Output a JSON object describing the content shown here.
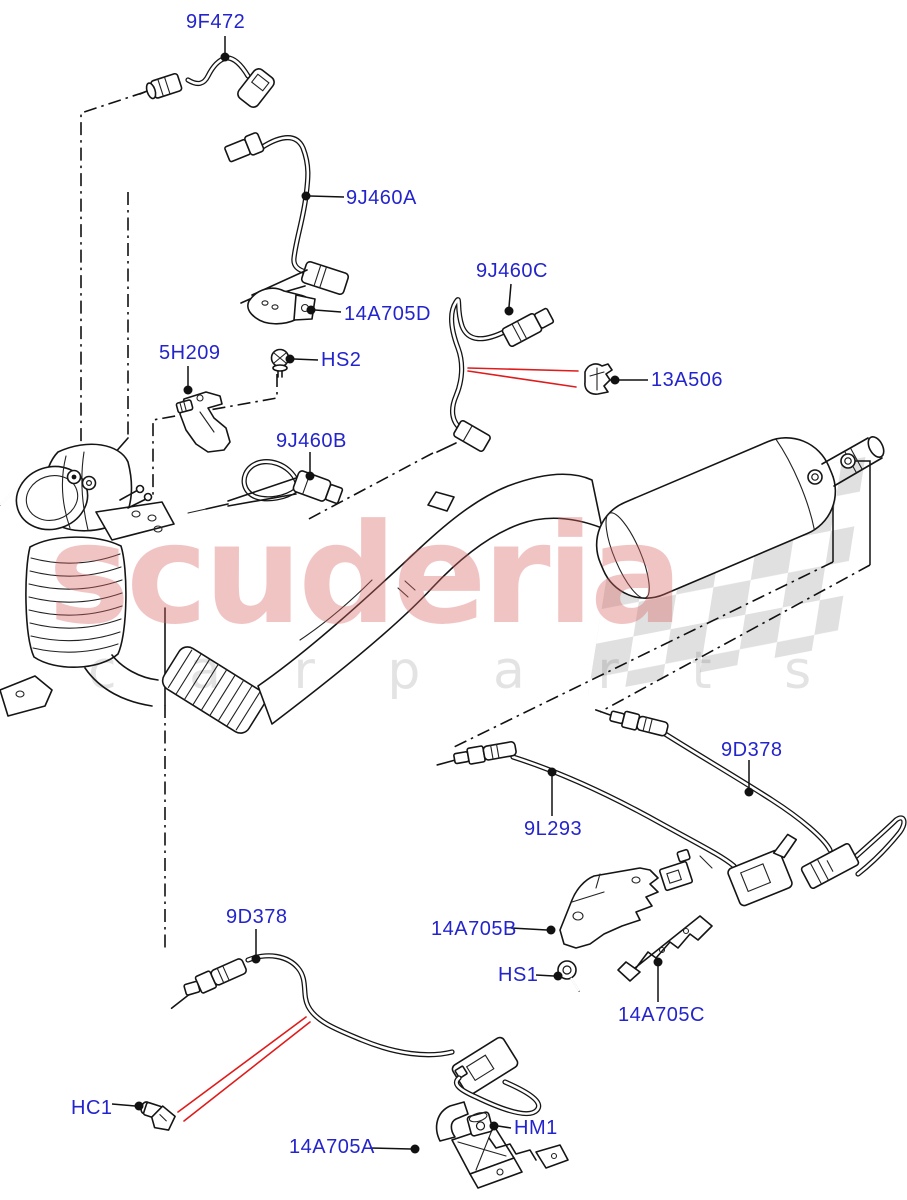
{
  "page": {
    "title": "Exhaust sensors and brackets parts diagram",
    "background": "#ffffff"
  },
  "watermark": {
    "brand": "scuderia",
    "tagline": "c a r   p a r t s"
  },
  "colors": {
    "label_blue": "#2424cc",
    "line_black": "#151515",
    "pointer_red": "#e01b1b",
    "watermark_pink": "rgba(219,100,100,0.38)",
    "watermark_gray": "rgba(40,40,40,0.13)",
    "flag_gray": "#d9d9d9"
  },
  "labels": {
    "p9f472": "9F472",
    "p9j460a": "9J460A",
    "p14a705d": "14A705D",
    "p9j460c": "9J460C",
    "p13a506": "13A506",
    "p5h209": "5H209",
    "phs2": "HS2",
    "p9j460b": "9J460B",
    "p9d378_right": "9D378",
    "p9l293": "9L293",
    "p14a705b": "14A705B",
    "phs1": "HS1",
    "p14a705c": "14A705C",
    "p9d378_left": "9D378",
    "phc1": "HC1",
    "p14a705a": "14A705A",
    "phm1": "HM1"
  }
}
